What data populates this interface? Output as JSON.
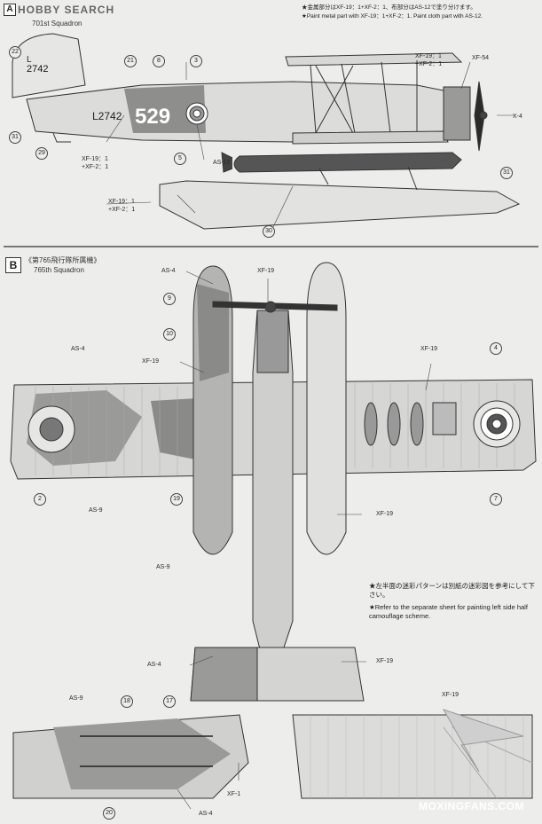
{
  "header": {
    "watermark_logo": "HOBBY SEARCH",
    "notes_jp": "★金属部分はXF-19：1+XF-2：1、布部分はAS-12で塗り分けます。",
    "notes_en": "★Paint metal part with XF-19：1+XF-2：1. Paint cloth part with AS-12."
  },
  "section_a": {
    "letter": "A",
    "squadron": "701st Squadron",
    "codes": {
      "serial_fin": "2742",
      "fin_letter": "L",
      "serial_fuselage": "L2742",
      "number": "529"
    },
    "labels": [
      {
        "id": "a1",
        "text": "XF-19：1",
        "text2": "+XF-2：1"
      },
      {
        "id": "a2",
        "text": "XF-54"
      },
      {
        "id": "a3",
        "text": "X-4"
      },
      {
        "id": "a4",
        "text": "XF-19：1",
        "text2": "+XF-2：1"
      },
      {
        "id": "a5",
        "text": "AS-12"
      },
      {
        "id": "a6",
        "text": "XF-19：1",
        "text2": "+XF-2：1"
      }
    ],
    "part_numbers": [
      "22",
      "21",
      "8",
      "3",
      "5",
      "31",
      "29",
      "31",
      "30"
    ]
  },
  "section_b": {
    "letter": "B",
    "title_jp": "《第765飛行隊所属機》",
    "squadron": "765th Squadron",
    "labels": {
      "as4_top": "AS-4",
      "xf19_prop": "XF-19",
      "xf19_left": "XF-19",
      "as4_wing": "AS-4",
      "xf19_wing_right": "XF-19",
      "as9_a": "AS-9",
      "as9_b": "AS-9",
      "xf19_float": "XF-19",
      "as4_tail": "AS-4",
      "xf19_tail": "XF-19",
      "as9_lower": "AS-9",
      "xf19_lower_right": "XF-19",
      "as4_bottom": "AS-4",
      "xf1": "XF-1"
    },
    "part_numbers": {
      "n9": "9",
      "n10": "10",
      "n4": "4",
      "n2": "2",
      "n19": "19",
      "n7": "7",
      "n18": "18",
      "n17": "17",
      "n20": "20"
    },
    "note_jp": "★左半面の迷彩パターンは別紙の迷彩図を参考にして下さい。",
    "note_en": "★Refer to the separate sheet for painting left side half camouflage scheme."
  },
  "footer": {
    "watermark": "MOXINGFANS.COM"
  }
}
